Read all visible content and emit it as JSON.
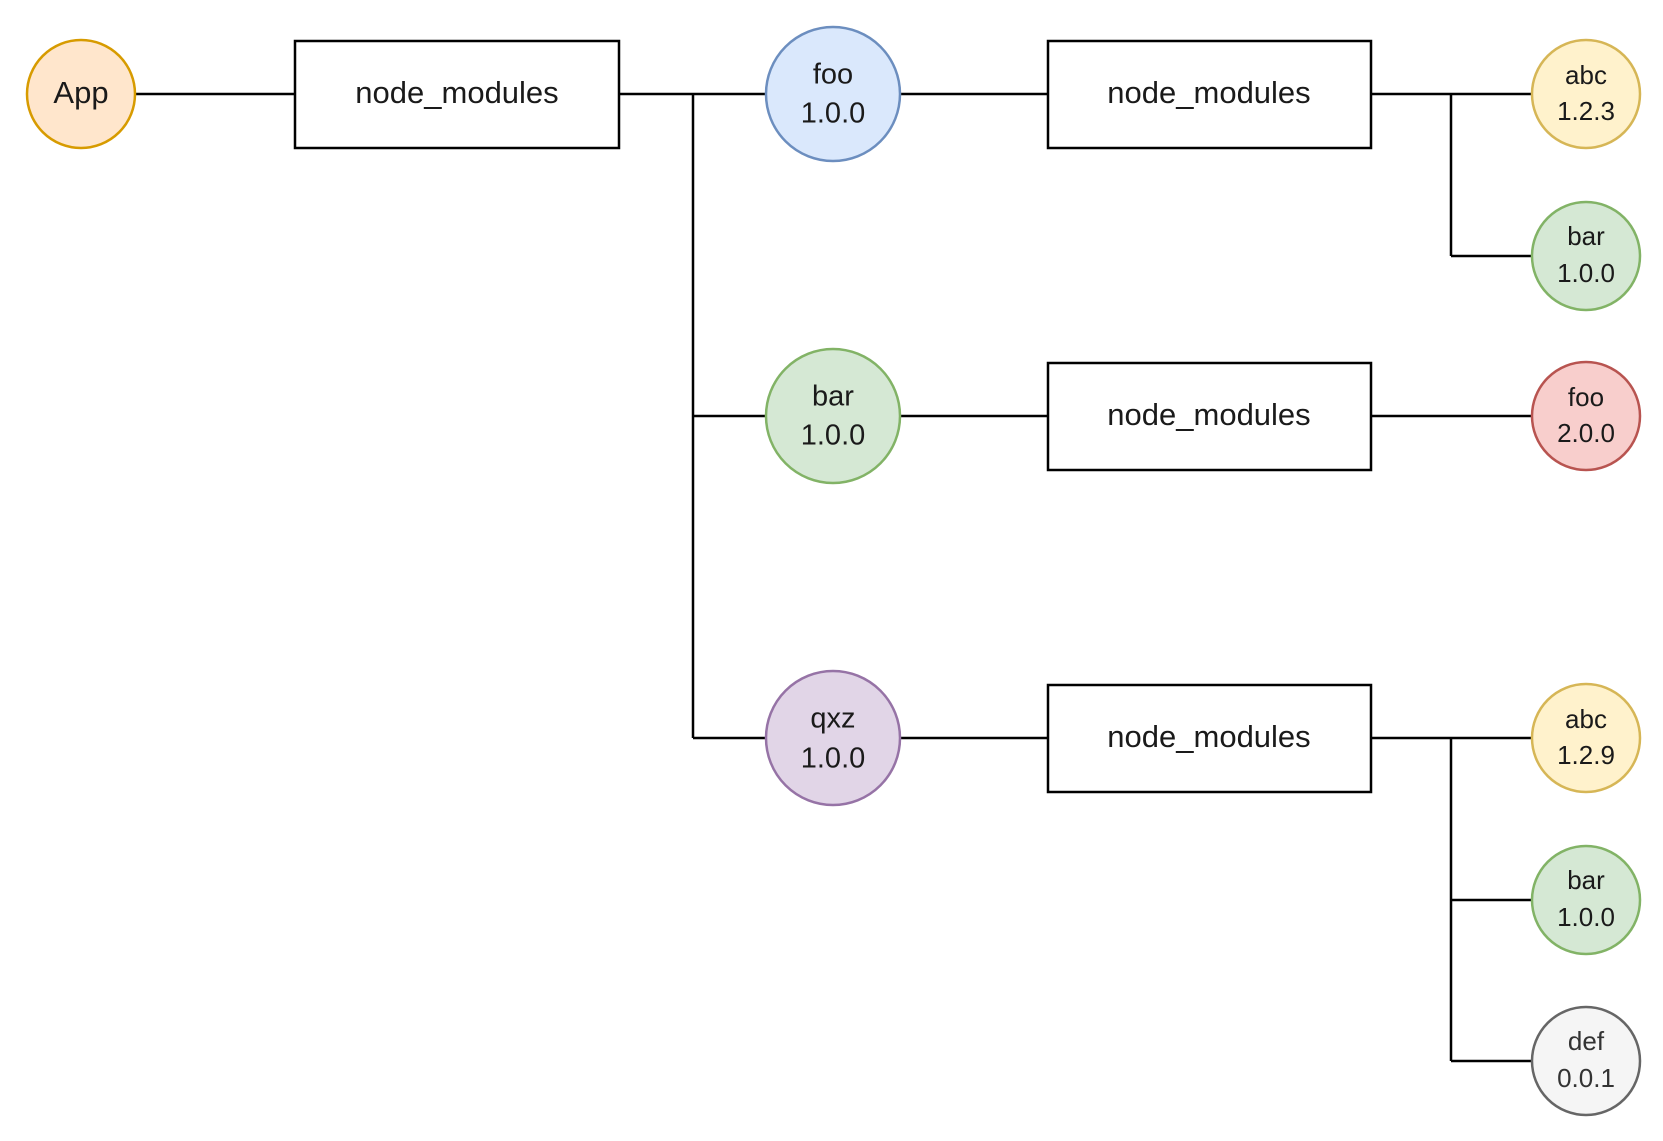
{
  "diagram": {
    "root": {
      "label": "App",
      "fill": "#ffe6cc",
      "stroke": "#d79b00"
    },
    "root_modules": {
      "label": "node_modules"
    },
    "packages": [
      {
        "name": "foo",
        "version": "1.0.0",
        "fill": "#dae8fc",
        "stroke": "#6c8ebf",
        "modules_label": "node_modules",
        "deps": [
          {
            "name": "abc",
            "version": "1.2.3",
            "fill": "#fff2cc",
            "stroke": "#d6b656"
          },
          {
            "name": "bar",
            "version": "1.0.0",
            "fill": "#d5e8d4",
            "stroke": "#82b366"
          }
        ]
      },
      {
        "name": "bar",
        "version": "1.0.0",
        "fill": "#d5e8d4",
        "stroke": "#82b366",
        "modules_label": "node_modules",
        "deps": [
          {
            "name": "foo",
            "version": "2.0.0",
            "fill": "#f8cecc",
            "stroke": "#b85450"
          }
        ]
      },
      {
        "name": "qxz",
        "version": "1.0.0",
        "fill": "#e1d5e7",
        "stroke": "#9673a6",
        "modules_label": "node_modules",
        "deps": [
          {
            "name": "abc",
            "version": "1.2.9",
            "fill": "#fff2cc",
            "stroke": "#d6b656"
          },
          {
            "name": "bar",
            "version": "1.0.0",
            "fill": "#d5e8d4",
            "stroke": "#82b366"
          },
          {
            "name": "def",
            "version": "0.0.1",
            "fill": "#f5f5f5",
            "stroke": "#666666"
          }
        ]
      }
    ]
  }
}
